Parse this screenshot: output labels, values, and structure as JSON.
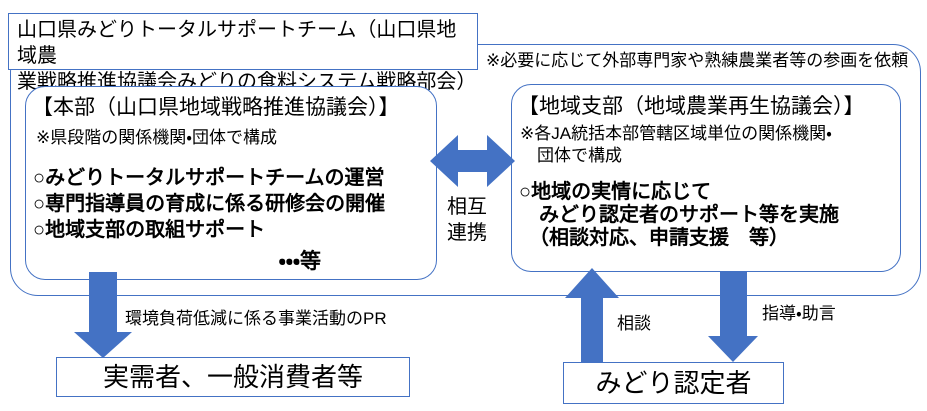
{
  "colors": {
    "accent": "#4472C4",
    "box_border": "#4472C4",
    "text": "#000000",
    "background": "#FFFFFF"
  },
  "title_box": {
    "text": "山口県みどりトータルサポートチーム（山口県地域農\n業戦略推進協議会みどりの食料システム戦略部会）"
  },
  "external_note": {
    "text": "※必要に応じて外部専門家や熟練農業者等の参画を依頼"
  },
  "headquarters": {
    "title": "【本部（山口県地域戦略推進協議会）】",
    "note": "※県段階の関係機関・団体で構成",
    "items": [
      "○みどりトータルサポートチームの運営",
      "○専門指導員の育成に係る研修会の開催",
      "○地域支部の取組サポート"
    ],
    "etc": "・・・等"
  },
  "branch": {
    "title": "【地域支部（地域農業再生協議会）】",
    "note": "※各JA統括本部管轄区域単位の関係機関・\n　団体で構成",
    "items": [
      "○地域の実情に応じて",
      "　みどり認定者のサポート等を実施",
      "　（相談対応、申請支援　等）"
    ]
  },
  "connectors": {
    "mutual_label": "相互\n連携",
    "pr_label": "環境負荷低減に係る事業活動のPR",
    "consult_label": "相談",
    "guidance_label": "指導・助言"
  },
  "bottom": {
    "consumers": "実需者、一般消費者等",
    "certified": "みどり認定者"
  }
}
